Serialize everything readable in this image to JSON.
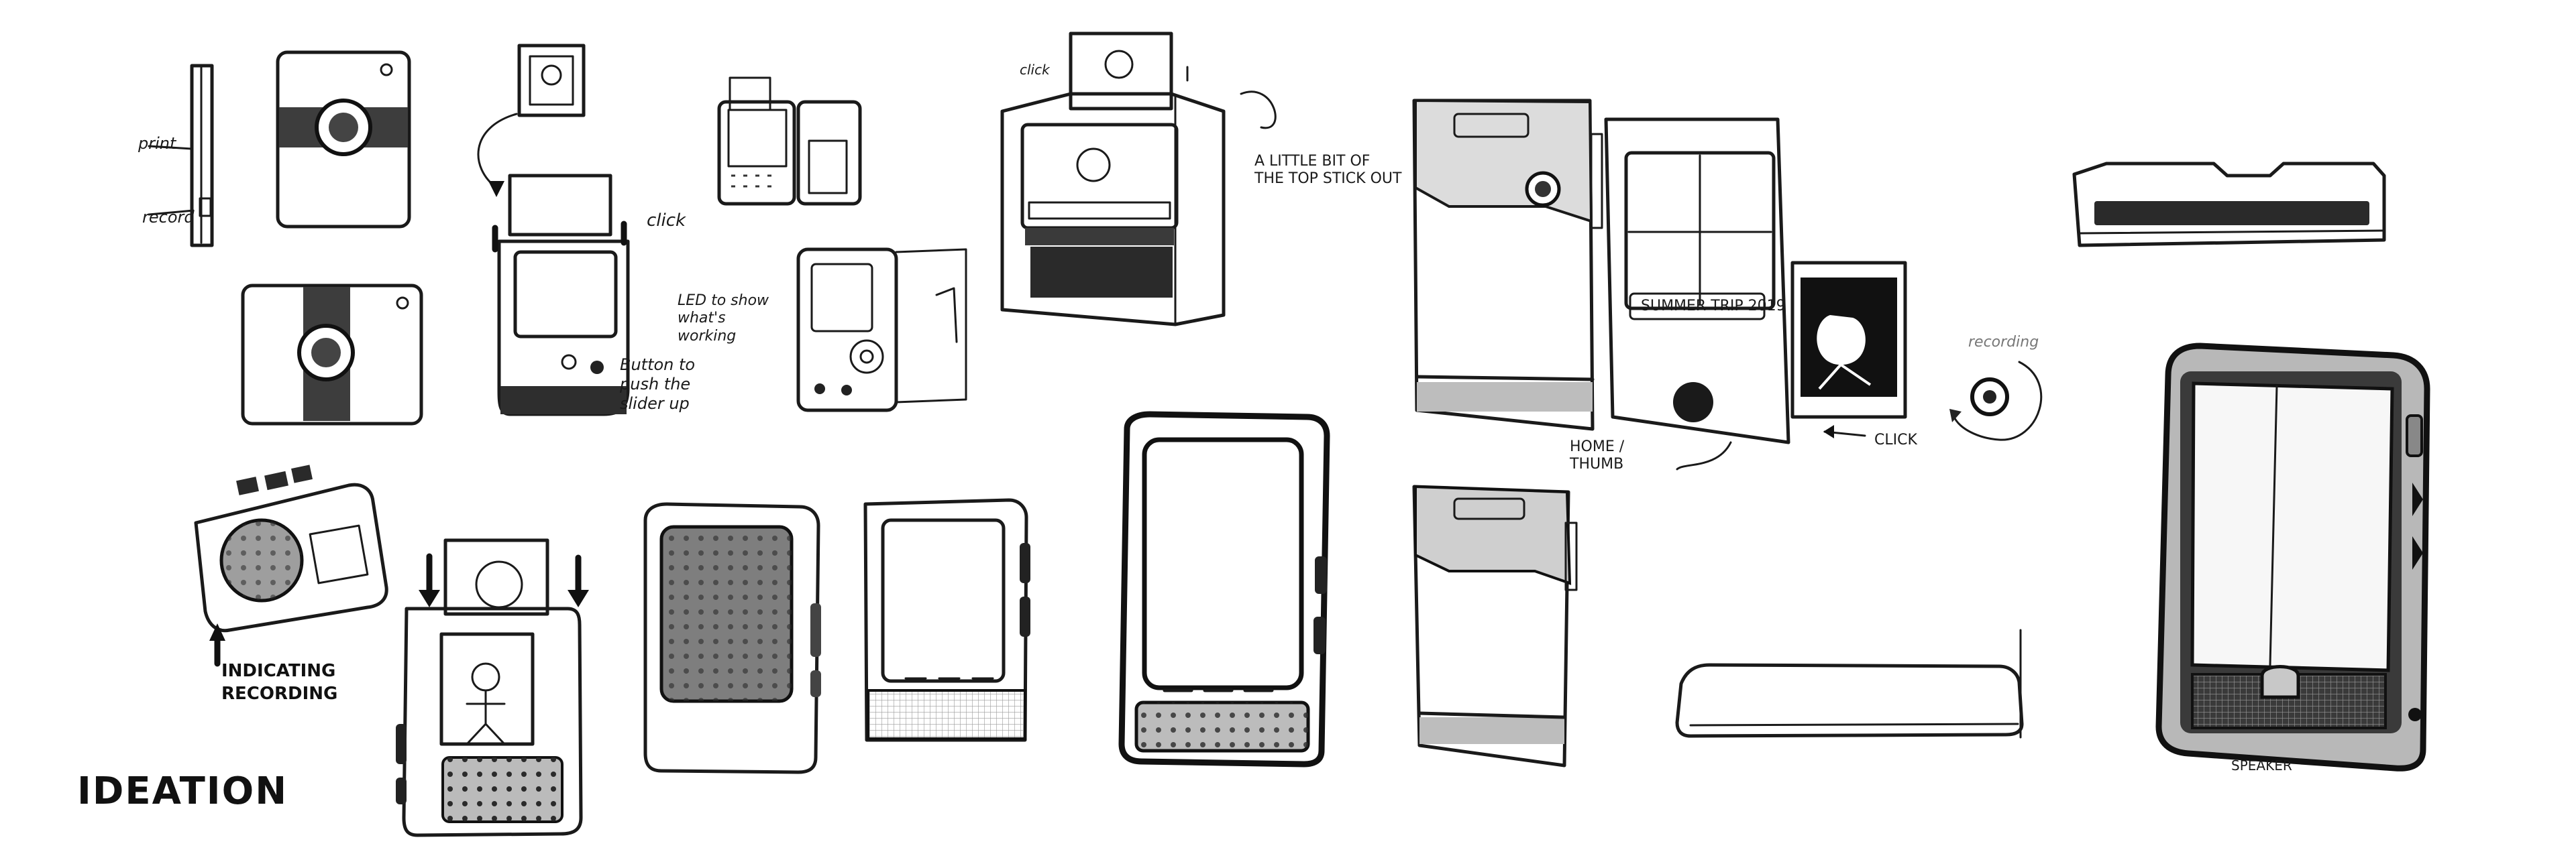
{
  "title": "IDEATION",
  "annotations": {
    "print": "print",
    "record": "record",
    "click_1": "click",
    "click_2": "click",
    "click_3": "CLICK",
    "led": "LED to show what's working",
    "button": "Button to push the slider up",
    "top_stick_out": "A LITTLE BIT OF THE TOP STICK OUT",
    "home_thumb": "HOME / THUMB",
    "summer_trip": "SUMMER TRIP 2019",
    "recording": "recording",
    "indicating_recording": "INDICATING RECORDING",
    "speaker": "SPEAKER"
  },
  "sketch_style": {
    "ink": "#1a1a1a",
    "fill_light": "#e6e6e6",
    "fill_mid": "#bdbdbd",
    "fill_dark": "#3a3a3a"
  }
}
